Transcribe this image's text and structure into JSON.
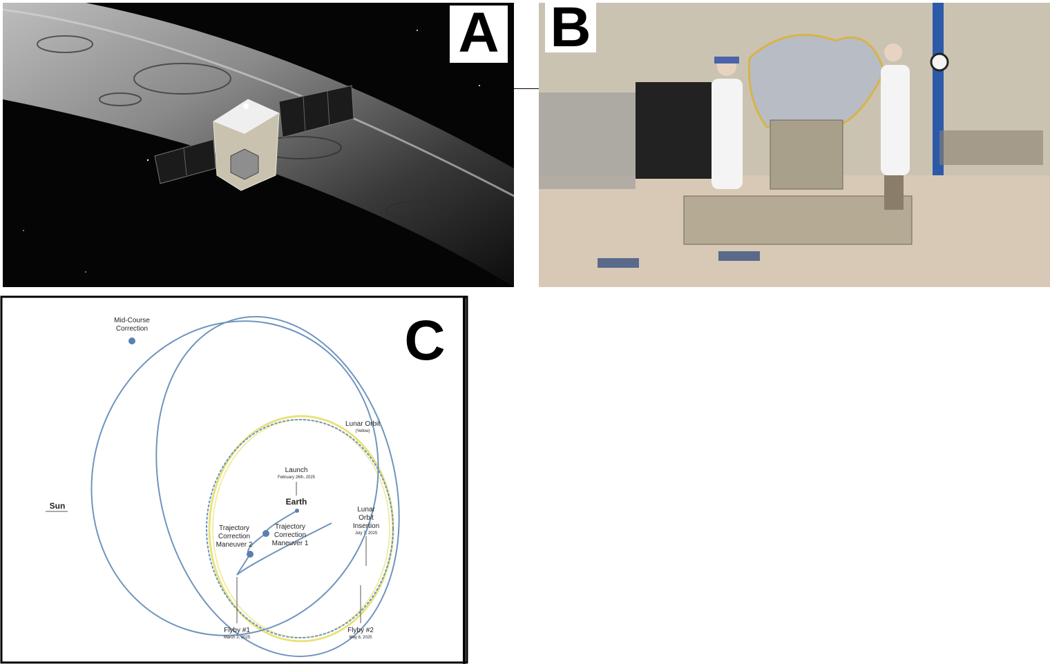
{
  "panels": {
    "a": {
      "label": "A"
    },
    "b": {
      "label": "B"
    },
    "c": {
      "label": "C"
    }
  },
  "diagram": {
    "sun": "Sun",
    "earth": "Earth",
    "launch": {
      "title": "Launch",
      "date": "February 26th, 2025"
    },
    "mid_course": {
      "line1": "Mid-Course",
      "line2": "Correction"
    },
    "lunar_orbit": {
      "title": "Lunar Orbit",
      "note": "(Yellow)"
    },
    "tcm1": {
      "line1": "Trajectory",
      "line2": "Correction",
      "line3": "Maneuver 1"
    },
    "tcm2": {
      "line1": "Trajectory",
      "line2": "Correction",
      "line3": "Maneuver 2"
    },
    "loi": {
      "line1": "Lunar",
      "line2": "Orbit",
      "line3": "Insertion",
      "date": "July 7, 2025"
    },
    "flyby1": {
      "title": "Flyby #1",
      "date": "March 3, 2025"
    },
    "flyby2": {
      "title": "Flyby #2",
      "date": "May 8, 2025"
    }
  },
  "colors": {
    "trajectory": "#6e94bd",
    "lunar_orbit": "#e9e27a",
    "marker": "#5b7fae",
    "space": "#050505"
  }
}
